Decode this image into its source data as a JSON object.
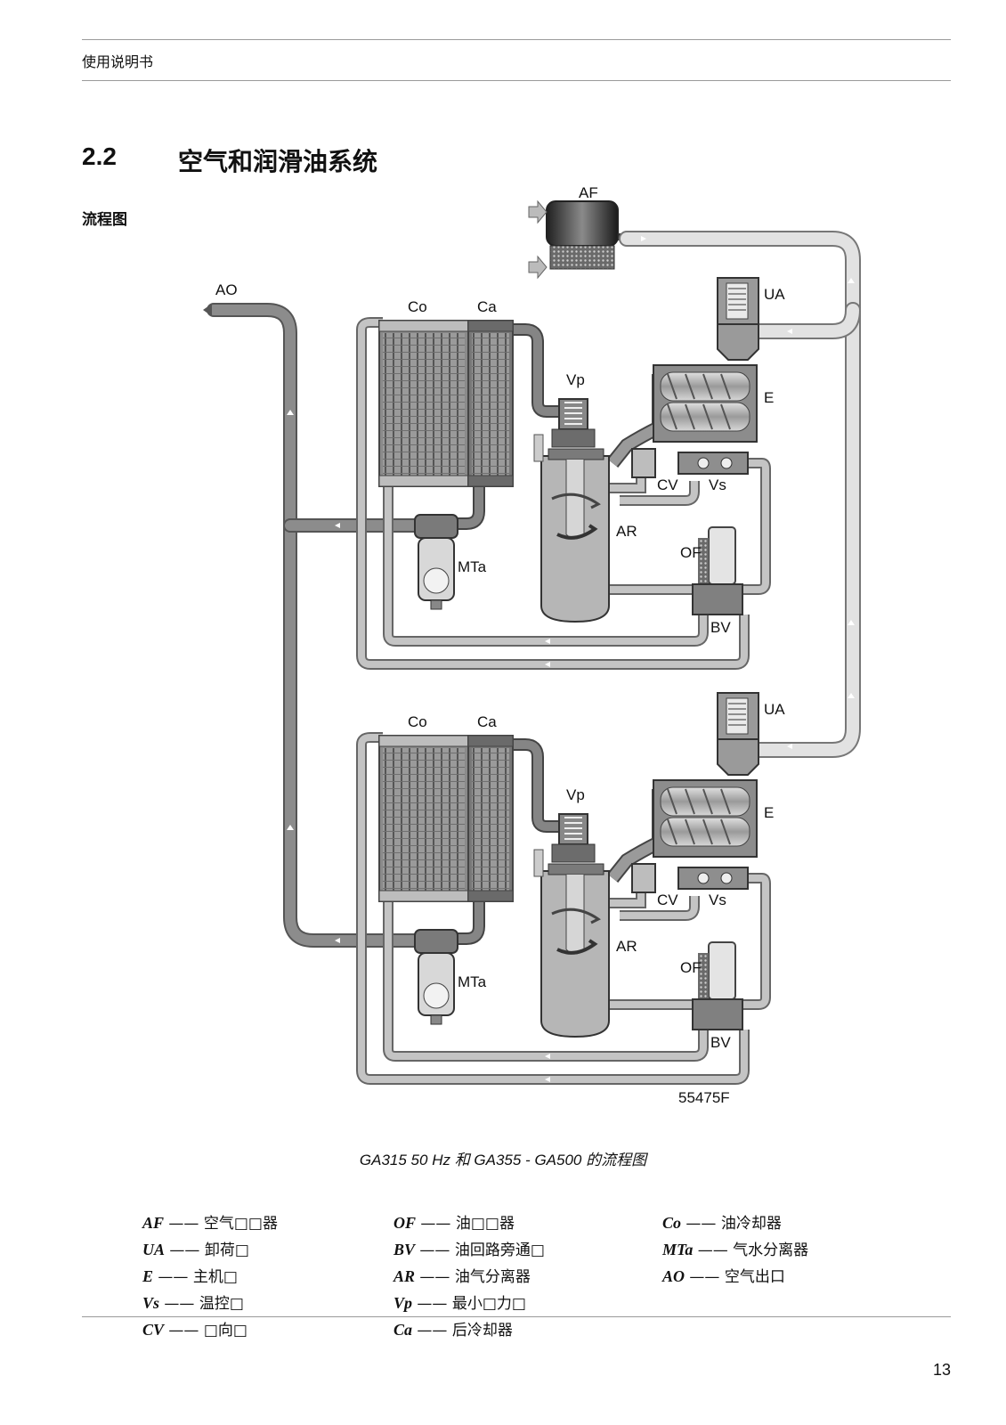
{
  "header": {
    "title": "使用说明书"
  },
  "section": {
    "number": "2.2",
    "title": "空气和润滑油系统"
  },
  "subheading": "流程图",
  "diagram": {
    "labels": {
      "AF": "AF",
      "AO": "AO",
      "top": {
        "Co": "Co",
        "Ca": "Ca",
        "Vp": "Vp",
        "UA": "UA",
        "E": "E",
        "CV": "CV",
        "Vs": "Vs",
        "AR": "AR",
        "OF": "OF",
        "MTa": "MTa",
        "BV": "BV"
      },
      "bottom": {
        "Co": "Co",
        "Ca": "Ca",
        "Vp": "Vp",
        "UA": "UA",
        "E": "E",
        "CV": "CV",
        "Vs": "Vs",
        "AR": "AR",
        "OF": "OF",
        "MTa": "MTa",
        "BV": "BV"
      }
    },
    "code": "55475F"
  },
  "caption": "GA315 50 Hz 和 GA355 - GA500 的流程图",
  "legend": {
    "col1": [
      {
        "code": "AF",
        "dash": "——",
        "text": "空气□□器"
      },
      {
        "code": "UA",
        "dash": "——",
        "text": "卸荷□"
      },
      {
        "code": "E",
        "dash": "——",
        "text": "主机□"
      },
      {
        "code": "Vs",
        "dash": "——",
        "text": "温控□"
      },
      {
        "code": "CV",
        "dash": "——",
        "text": "□向□"
      }
    ],
    "col2": [
      {
        "code": "OF",
        "dash": "——",
        "text": "油□□器"
      },
      {
        "code": "BV",
        "dash": "——",
        "text": "油回路旁通□"
      },
      {
        "code": "AR",
        "dash": "——",
        "text": "油气分离器"
      },
      {
        "code": "Vp",
        "dash": "——",
        "text": "最小□力□"
      },
      {
        "code": "Ca",
        "dash": "——",
        "text": "后冷却器"
      }
    ],
    "col3": [
      {
        "code": "Co",
        "dash": "——",
        "text": "油冷却器"
      },
      {
        "code": "MTa",
        "dash": "——",
        "text": "气水分离器"
      },
      {
        "code": "AO",
        "dash": "——",
        "text": "空气出口"
      }
    ]
  },
  "page_number": "13",
  "colors": {
    "air_pipe": "#dcdcdc",
    "oil_pipe": "#bdbdbd",
    "dark_pipe": "#808080",
    "outline": "#555555"
  }
}
